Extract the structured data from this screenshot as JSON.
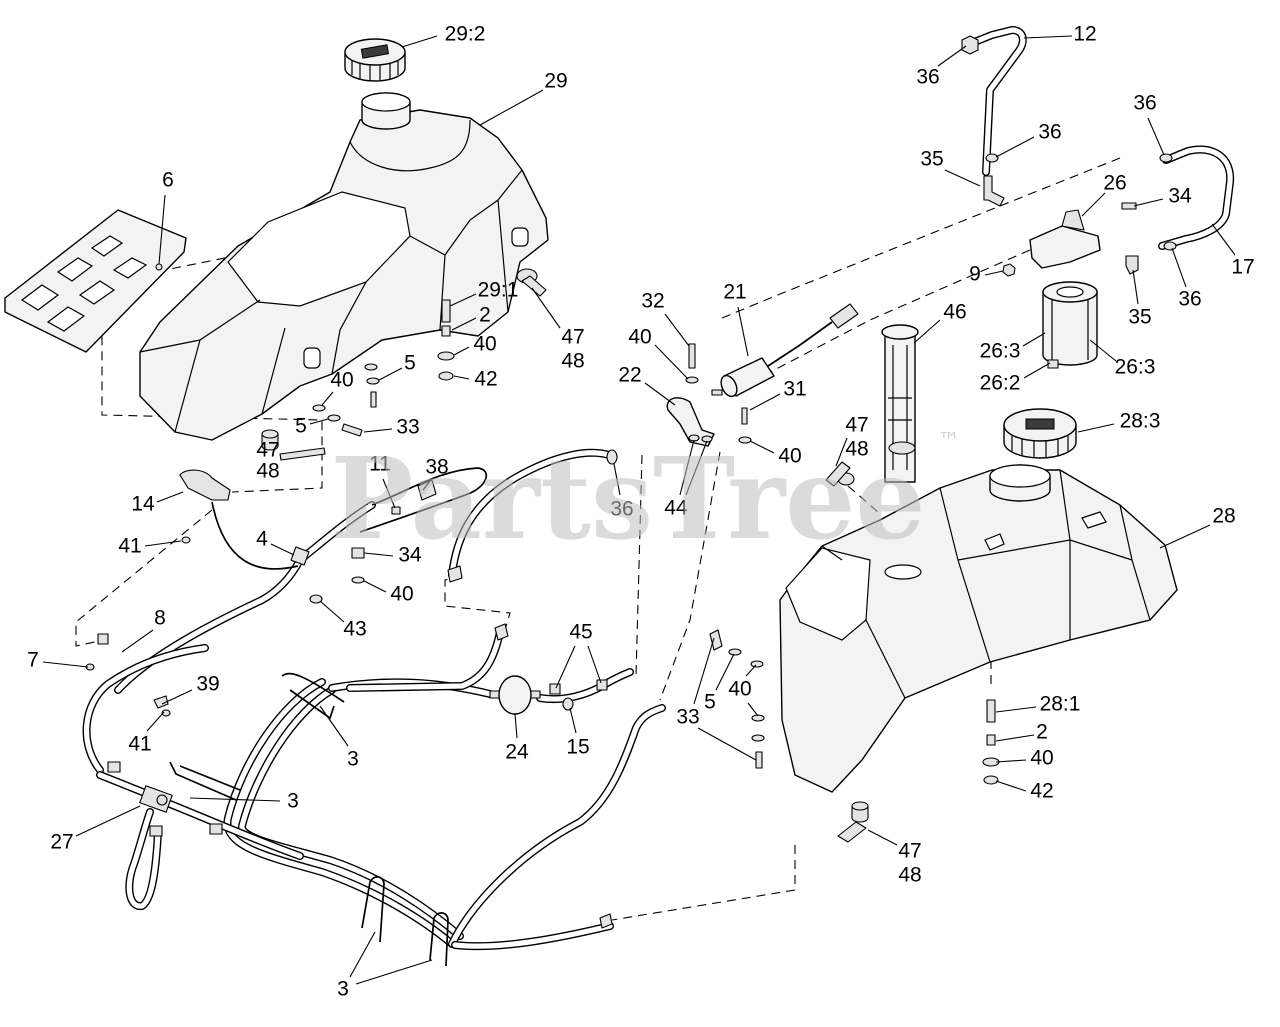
{
  "callouts": [
    "29:2",
    "29",
    "6",
    "29:1",
    "2",
    "40",
    "42",
    "47",
    "48",
    "5",
    "40",
    "5",
    "33",
    "47",
    "48",
    "14",
    "41",
    "11",
    "38",
    "4",
    "34",
    "40",
    "43",
    "36",
    "32",
    "21",
    "40",
    "22",
    "31",
    "40",
    "44",
    "47",
    "48",
    "46",
    "28:3",
    "28",
    "26:3",
    "26:2",
    "26:3",
    "36",
    "12",
    "36",
    "35",
    "36",
    "26",
    "34",
    "9",
    "35",
    "36",
    "17",
    "8",
    "7",
    "39",
    "41",
    "3",
    "3",
    "27",
    "24",
    "15",
    "45",
    "33",
    "5",
    "40",
    "28:1",
    "2",
    "40",
    "42",
    "47",
    "48",
    "3"
  ],
  "watermark": {
    "text": "PartsTree",
    "mark": "™"
  },
  "colors": {
    "line": "#000000",
    "part_fill": "#f3f3f3",
    "watermark": "#bdbdbd"
  }
}
